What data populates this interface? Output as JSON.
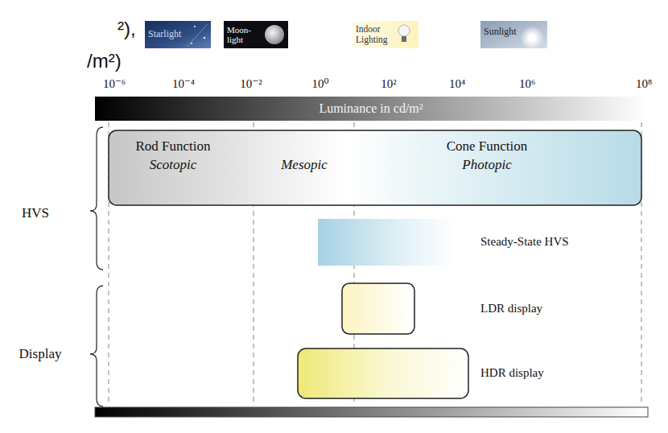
{
  "diagram": {
    "nodes": [
      {
        "text": [
          "Starlight"
        ]
      },
      {
        "text": [
          "Moon- light"
        ]
      },
      {
        "text": [
          "Indoor Lighting"
        ]
      },
      {
        "text": [
          "Sunlight"
        ]
      },
      {
        "text": [
          "Luminance in cd/m²"
        ]
      },
      {
        "text": [
          "Rod Function",
          "Scotopic"
        ]
      },
      {
        "text": [
          "Mesopic"
        ]
      },
      {
        "text": [
          "Cone Function",
          "Photopic"
        ]
      }
    ],
    "labels": [
      "²),",
      "/m²)",
      "10⁻⁶",
      "10⁻⁴",
      "10⁻²",
      "10⁰",
      "10²",
      "10⁴",
      "10⁶",
      "10⁸",
      "HVS",
      "Steady-State HVS",
      "LDR display",
      "Display",
      "HDR display"
    ]
  }
}
